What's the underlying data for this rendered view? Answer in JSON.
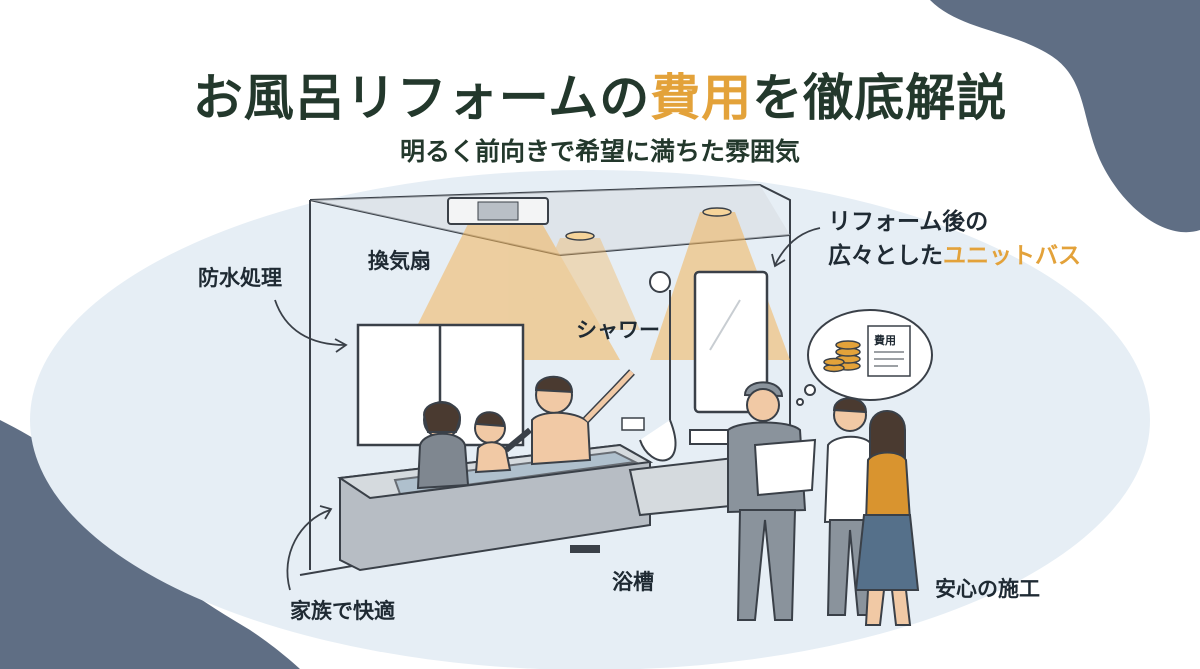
{
  "header": {
    "title_part1": "お風呂リフォームの",
    "title_highlight": "費用",
    "title_part2": "を徹底解説",
    "subtitle": "明るく前向きで希望に満ちた雰囲気"
  },
  "labels": {
    "fan": "換気扇",
    "waterproof": "防水処理",
    "shower": "シャワー",
    "bathtub": "浴槽",
    "family": "家族で快適",
    "safe_construction": "安心の施工"
  },
  "callout": {
    "line1": "リフォーム後の",
    "line2_prefix": "広々とした",
    "line2_highlight": "ユニットバス"
  },
  "speech_bubble": {
    "document_text": "費用"
  },
  "colors": {
    "accent_orange": "#e3a23a",
    "title_green": "#23382c",
    "corner_blob": "#5f6e84",
    "background_oval": "#e6eef5"
  }
}
